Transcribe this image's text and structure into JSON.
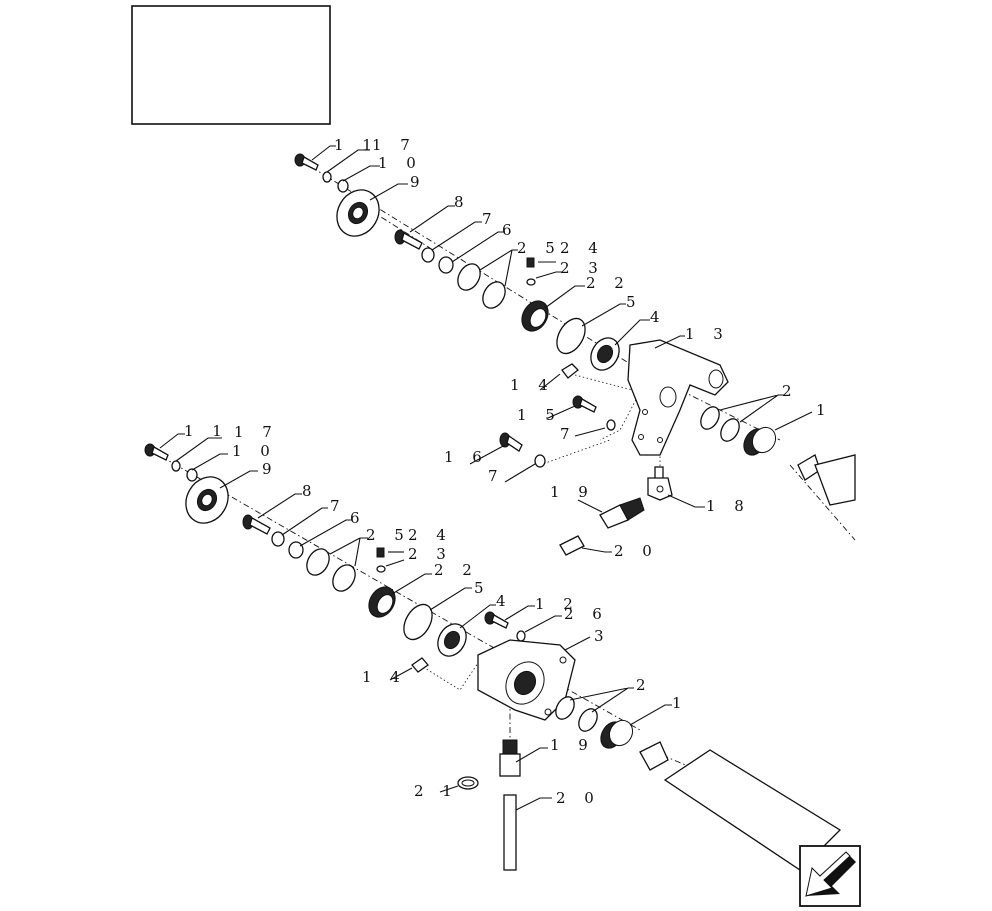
{
  "diagram": {
    "upper_assembly": {
      "labels": [
        "1 1",
        "1 7",
        "1 0",
        "9",
        "8",
        "7",
        "6",
        "2 5",
        "2 4",
        "2 3",
        "2 2",
        "5",
        "4",
        "1 3",
        "1 4",
        "1 5",
        "7",
        "1 6",
        "7",
        "2",
        "1",
        "1 9",
        "1 8",
        "2 0"
      ]
    },
    "lower_assembly": {
      "labels": [
        "1 1",
        "1 7",
        "1 0",
        "9",
        "8",
        "7",
        "6",
        "2 5",
        "2 4",
        "2 3",
        "2 2",
        "5",
        "4",
        "1 2",
        "2 6",
        "3",
        "1 4",
        "2",
        "1",
        "1 9",
        "2 1",
        "2 0"
      ]
    }
  },
  "icons": {
    "reference_box": "blank-frame",
    "navigation": "arrow-down-left-icon"
  }
}
